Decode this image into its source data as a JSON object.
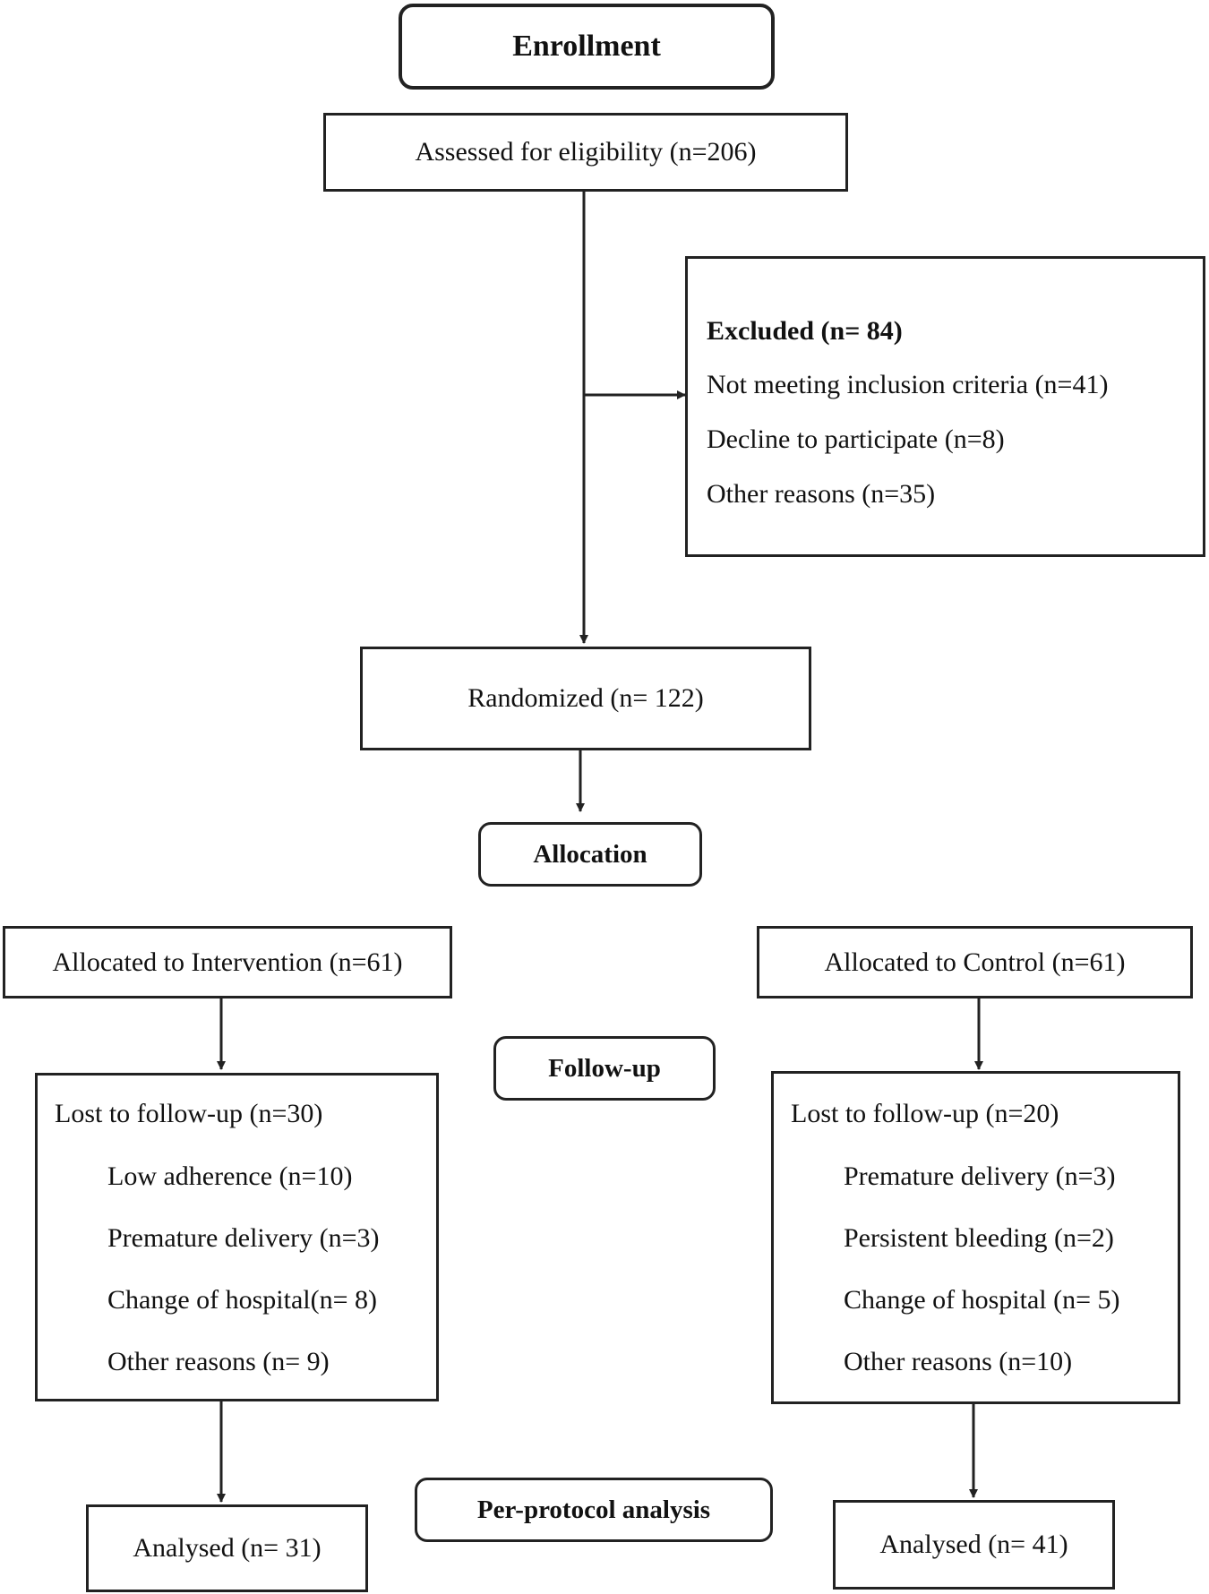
{
  "stages": {
    "enrollment": "Enrollment",
    "allocation": "Allocation",
    "followup": "Follow-up",
    "analysis": "Per-protocol analysis"
  },
  "boxes": {
    "assessed": "Assessed for eligibility  (n=206)",
    "excluded": {
      "title": "Excluded  (n= 84)",
      "items": [
        "Not meeting  inclusion  criteria  (n=41)",
        "Decline  to participate  (n=8)",
        "Other reasons  (n=35)"
      ]
    },
    "randomized": "Randomized  (n= 122)",
    "intervention": {
      "allocated": "Allocated  to Intervention  (n=61)",
      "lost_title": "Lost to follow-up  (n=30)",
      "lost_items": [
        "Low adherence  (n=10)",
        "Premature  delivery  (n=3)",
        "Change  of hospital(n=  8)",
        "Other reasons  (n= 9)"
      ],
      "analysed": "Analysed  (n= 31)"
    },
    "control": {
      "allocated": "Allocated  to Control  (n=61)",
      "lost_title": "Lost to follow-up  (n=20)",
      "lost_items": [
        "Premature  delivery  (n=3)",
        "Persistent  bleeding  (n=2)",
        "Change  of hospital  (n= 5)",
        "Other reasons  (n=10)"
      ],
      "analysed": "Analysed  (n= 41)"
    }
  }
}
